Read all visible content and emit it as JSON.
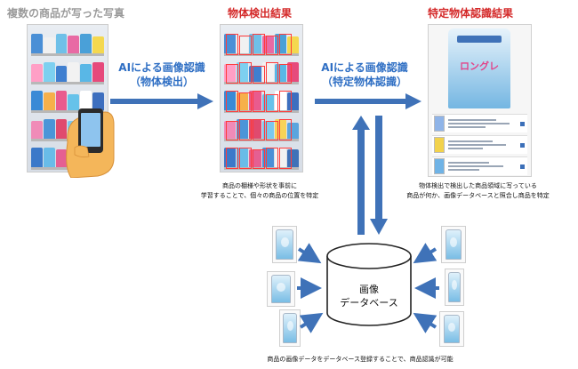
{
  "titles": {
    "input": "複数の商品が写った写真",
    "detection": "物体検出結果",
    "recognition": "特定物体認識結果"
  },
  "arrows": {
    "ai1_line1": "AIによる画像認識",
    "ai1_line2": "（物体検出）",
    "ai2_line1": "AIによる画像認識",
    "ai2_line2": "（特定物体認識）"
  },
  "captions": {
    "detection_line1": "商品の棚様や形状を事前に",
    "detection_line2": "学習することで、個々の商品の位置を特定",
    "recognition_line1": "物体検出で検出した商品領域に写っている",
    "recognition_line2": "商品が何か、画像データベースと照合し商品を特定",
    "database": "商品の画像データをデータベース登録することで、商品認識が可能"
  },
  "database": {
    "line1": "画像",
    "line2": "データベース"
  },
  "product_label": "ロングレ",
  "colors": {
    "arrow": "#3f72b8",
    "ai_text": "#2f6fc4",
    "red_title": "#d42a2a",
    "gray_title": "#9a9a9a",
    "detection_box": "#ff3b3b"
  },
  "icons": {
    "phone": "smartphone-in-hand-icon",
    "database": "database-cylinder-icon"
  }
}
